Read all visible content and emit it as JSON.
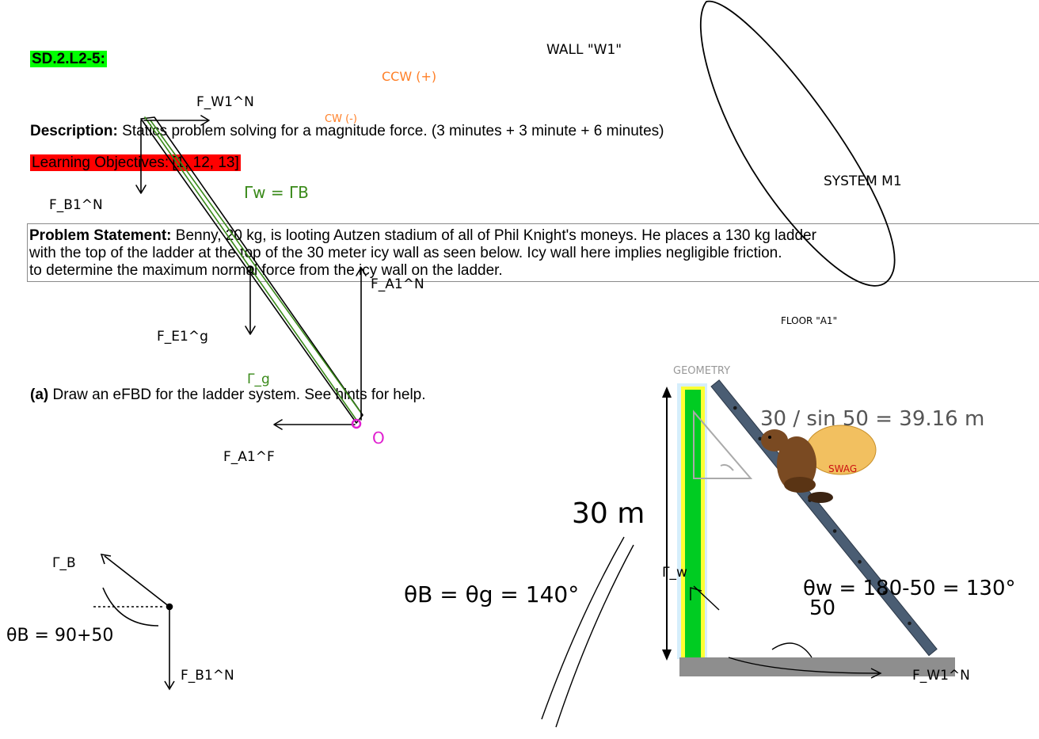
{
  "header": {
    "problem_id": "SD.2.L2-5:",
    "description_label": "Description:",
    "description_text": "Statics problem solving for a magnitude force.  (3 minutes + 3 minute + 6 minutes)",
    "objectives_label": "Learning Objectives:",
    "objectives_text": "[1, 12, 13]"
  },
  "problem": {
    "label": "Problem Statement:",
    "line1": "Benny, 20 kg, is looting Autzen stadium of all of Phil Knight's moneys.  He places a 130 kg ladder",
    "line2": "with the top of the ladder at the top of the 30 meter icy wall as seen below.  Icy wall here implies negligible friction.",
    "line3": "to determine the maximum normal force from the icy wall on the ladder."
  },
  "part_a": {
    "label": "(a)",
    "text": "Draw an eFBD for the ladder system.  See hints for help."
  },
  "figure": {
    "wall_height_label": "30 m",
    "angle_label": "50",
    "sign_text": "SWAG"
  },
  "annotations": {
    "wall_note": "WALL \"W1\"",
    "system_note": "SYSTEM M1",
    "floor_note": "FLOOR \"A1\"",
    "ccw_pos": "CCW (+)",
    "cw_neg": "CW (-)",
    "gamma_eq": "Γw = ΓB",
    "theta_eq": "θB = θg = 140°",
    "theta_b": "θB = 90+50",
    "geometry": "GEOMETRY",
    "hyp": "30 / sin 50 = 39.16 m",
    "theta_w": "θw = 180-50 = 130°",
    "origin": "O",
    "labels": [
      "F_W1^N",
      "F_B1^N",
      "F_E1^g",
      "F_A1^N",
      "F_A1^F",
      "Γ_g",
      "Γ_B",
      "Γ_w",
      "F_W1^N",
      "F_B1^N"
    ]
  },
  "colors": {
    "green_tag": "#00ff00",
    "red_tag": "#ff0000",
    "ink_green": "#3a8a1a",
    "ink_orange": "#ff7f27",
    "ink_magenta": "#e020d0",
    "wall_green": "#00cc22",
    "ladder_blue": "#4a5d73"
  }
}
